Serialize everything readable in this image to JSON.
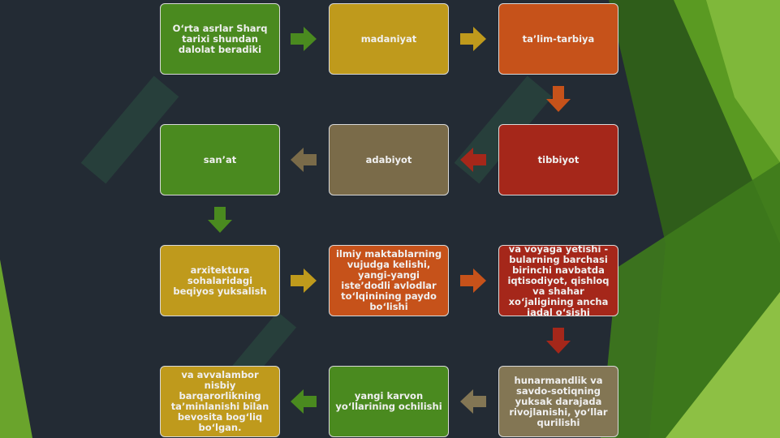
{
  "diagram": {
    "boxes": [
      {
        "id": "b1",
        "text": "O‘rta asrlar Sharq tarixi shundan dalolat beradiki",
        "color": "#4a8a1f"
      },
      {
        "id": "b2",
        "text": "madaniyat",
        "color": "#bf9a1c"
      },
      {
        "id": "b3",
        "text": "ta’lim-tarbiya",
        "color": "#c6521a"
      },
      {
        "id": "b4",
        "text": "san’at",
        "color": "#4a8a1f"
      },
      {
        "id": "b5",
        "text": "adabiyot",
        "color": "#7a6b49"
      },
      {
        "id": "b6",
        "text": "tibbiyot",
        "color": "#a5271a"
      },
      {
        "id": "b7",
        "text": "arxitektura sohalaridagi beqiyos yuksalish",
        "color": "#bf9a1c"
      },
      {
        "id": "b8",
        "text": "ilmiy maktablarning vujudga kelishi, yangi-yangi iste’dodli avlodlar to‘lqinining paydo bo‘lishi",
        "color": "#c6521a"
      },
      {
        "id": "b9",
        "text": "va voyaga yetishi - bularning barchasi birinchi navbatda iqtisodiyot, qishloq va shahar xo‘jaligining ancha jadal o‘sishi",
        "color": "#a5271a"
      },
      {
        "id": "b10",
        "text": "va avvalambor nisbiy barqarorlikning ta’minlanishi bilan bevosita bog‘liq bo‘lgan.",
        "color": "#bf9a1c"
      },
      {
        "id": "b11",
        "text": "yangi karvon yo‘llarining ochilishi",
        "color": "#4a8a1f"
      },
      {
        "id": "b12",
        "text": "hunarmandlik va savdo-sotiqning yuksak darajada rivojlanishi, yo‘llar qurilishi",
        "color": "#837654"
      }
    ]
  }
}
